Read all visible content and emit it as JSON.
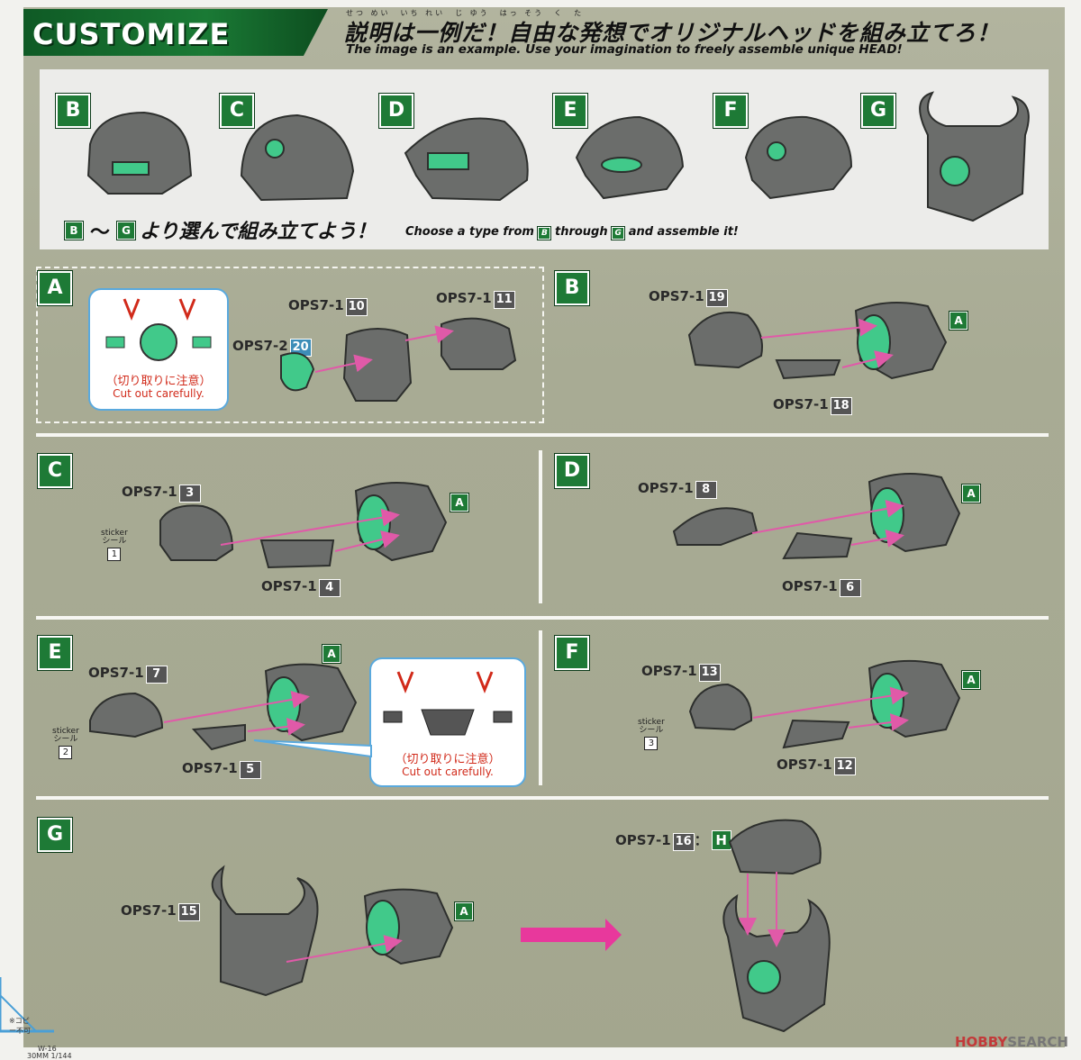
{
  "header": {
    "title": "CUSTOMIZE HEADS",
    "jp_title": "説明は一例だ！自由な発想でオリジナルヘッドを組み立てろ！",
    "jp_ruby": "せつ めい　いち れい　じ ゆう　はっ そう　く　た",
    "en_subtitle": "The image is an example. Use your imagination to freely assemble unique HEAD!"
  },
  "overview": {
    "heads": [
      "B",
      "C",
      "D",
      "E",
      "F",
      "G"
    ],
    "choose_from": "B",
    "choose_to": "G",
    "tilde": "～",
    "choose_jp": "より選んで組み立てよう！",
    "choose_en_1": "Choose a type from",
    "choose_en_2": "through",
    "choose_en_3": "and assemble it!",
    "badge_b": "B",
    "badge_g": "G"
  },
  "cut_note": {
    "jp": "（切り取りに注意）",
    "en": "Cut out carefully."
  },
  "sections": {
    "A": {
      "letter": "A",
      "p10": "OPS7-1",
      "n10": "10",
      "p11": "OPS7-1",
      "n11": "11",
      "p20": "OPS7-2",
      "n20": "20"
    },
    "B": {
      "letter": "B",
      "p1": "OPS7-1",
      "n1": "19",
      "p2": "OPS7-1",
      "n2": "18",
      "target": "A"
    },
    "C": {
      "letter": "C",
      "p1": "OPS7-1",
      "n1": "3",
      "p2": "OPS7-1",
      "n2": "4",
      "target": "A",
      "sticker_en": "sticker",
      "sticker_jp": "シール",
      "sticker_n": "1"
    },
    "D": {
      "letter": "D",
      "p1": "OPS7-1",
      "n1": "8",
      "p2": "OPS7-1",
      "n2": "6",
      "target": "A"
    },
    "E": {
      "letter": "E",
      "p1": "OPS7-1",
      "n1": "7",
      "p2": "OPS7-1",
      "n2": "5",
      "target": "A",
      "sticker_en": "sticker",
      "sticker_jp": "シール",
      "sticker_n": "2"
    },
    "F": {
      "letter": "F",
      "p1": "OPS7-1",
      "n1": "13",
      "p2": "OPS7-1",
      "n2": "12",
      "target": "A",
      "sticker_en": "sticker",
      "sticker_jp": "シール",
      "sticker_n": "3"
    },
    "G": {
      "letter": "G",
      "p1": "OPS7-1",
      "n1": "15",
      "p2": "OPS7-1",
      "n2": "16",
      "colon": "：",
      "h": "H",
      "target": "A"
    }
  },
  "footer": {
    "copy": "※コピー不可",
    "code": "W-16",
    "scale": "30MM 1/144",
    "brand_a": "HOBBY",
    "brand_b": "SEARCH"
  },
  "colors": {
    "green": "#1e7a36",
    "arrow": "#e05aa8",
    "part_gray": "#6b6d6b",
    "eye_green": "#41c98a"
  }
}
